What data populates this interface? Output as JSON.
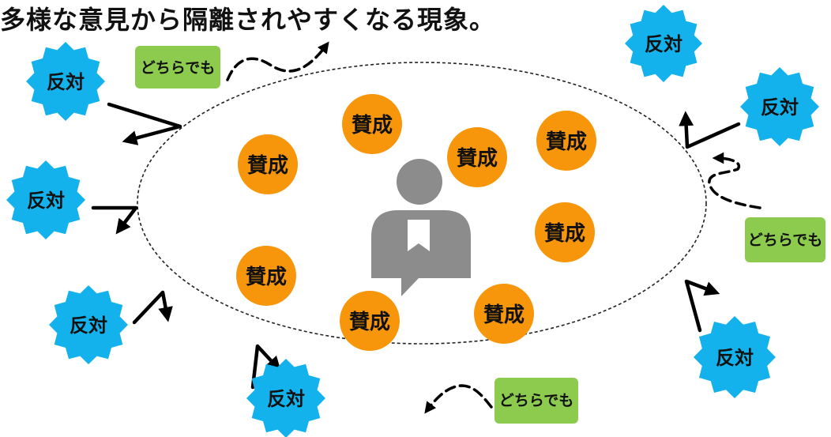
{
  "title": "多様な意見から隔離されやすくなる現象。",
  "labels": {
    "favor": "賛成",
    "oppose": "反対",
    "either": "どちらでも"
  },
  "colors": {
    "favor": "#F7960A",
    "oppose": "#13B2EC",
    "either": "#8DCB4F",
    "person": "#8C8C8C",
    "arrow": "#000000"
  },
  "icons": {
    "center": "person-with-book-icon"
  }
}
